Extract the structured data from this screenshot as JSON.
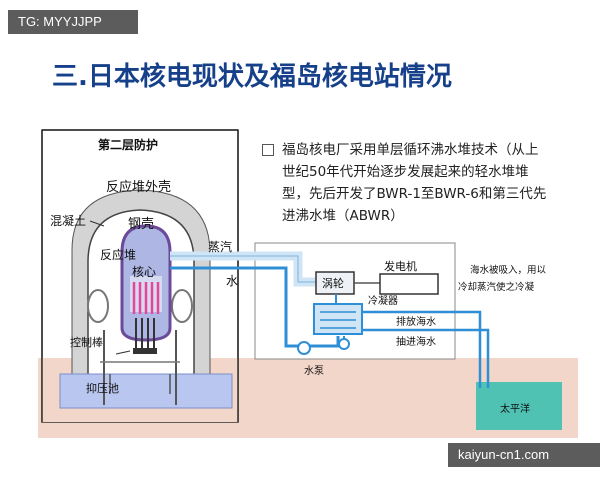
{
  "watermark_top": "TG: MYYJJPP",
  "watermark_bottom": "kaiyun-cn1.com",
  "title": "三.日本核电现状及福岛核电站情况",
  "description": "福岛核电厂采用单层循环沸水堆技术（从上世纪50年代开始逐步发展起来的轻水堆堆型，先后开发了BWR-1至BWR-6和第三代先进沸水堆（ABWR）",
  "labels": {
    "second_layer": "第二层防护",
    "reactor_shell": "反应堆外壳",
    "concrete": "混凝土",
    "steel_shell": "钢壳",
    "reactor": "反应堆",
    "core": "核心",
    "steam": "蒸汽",
    "water": "水",
    "control_rod": "控制棒",
    "suppression_pool": "抑压池",
    "turbine": "涡轮",
    "generator": "发电机",
    "condenser": "冷凝器",
    "discharge_sea": "排放海水",
    "intake_sea": "抽进海水",
    "pump": "水泵",
    "seawater_note": "海水被吸入，用以冷却蒸汽使之冷凝",
    "pacific": "太平洋"
  },
  "colors": {
    "title": "#16408a",
    "water_pipe": "#2f8fd6",
    "ground": "#f2d6c9",
    "pool": "#b9c6ef",
    "ocean": "#4fc2b4",
    "core": "#e5469a"
  }
}
